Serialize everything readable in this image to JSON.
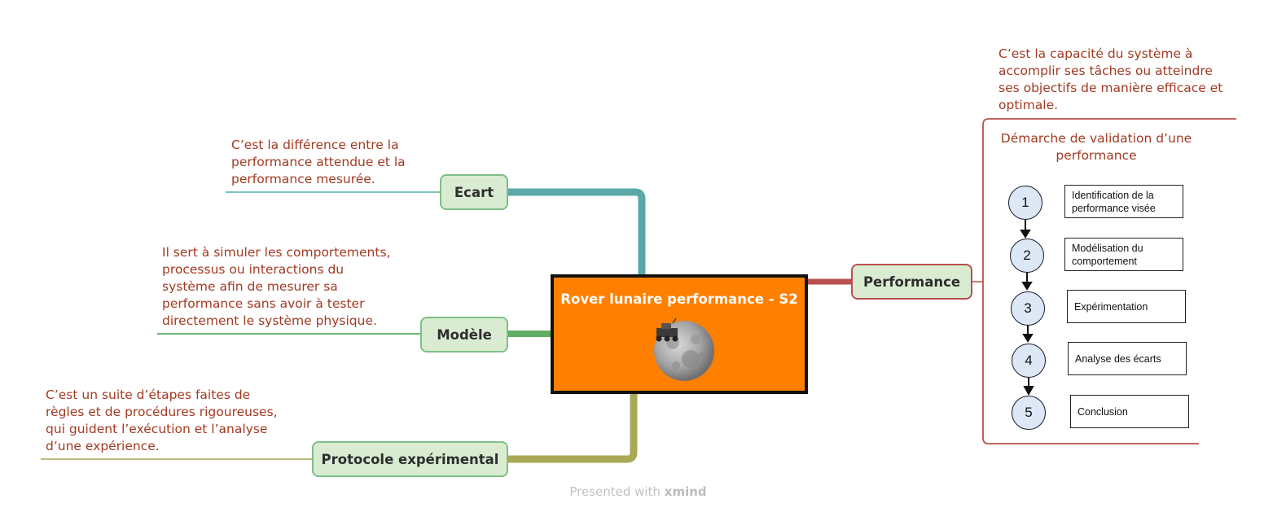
{
  "central": {
    "title": "Rover lunaire performance - S2",
    "image": "moon-with-rover-image"
  },
  "branches": {
    "ecart": {
      "label": "Ecart",
      "note": "C’est la différence entre la\nperformance attendue et la\nperformance mesurée.",
      "color": "#5aa9a8"
    },
    "modele": {
      "label": "Modèle",
      "note": "Il sert à simuler les comportements,\nprocessus ou interactions du\nsystème afin de mesurer sa\nperformance sans avoir à tester\ndirectement le système physique.",
      "color": "#5fae63"
    },
    "protocole": {
      "label": "Protocole expérimental",
      "note": "C’est un suite d’étapes faites de\nrègles et de procédures rigoureuses,\nqui guident l’exécution et l’analyse\nd’une expérience.",
      "color": "#a8a956"
    },
    "performance": {
      "label": "Performance",
      "note": "C’est la capacité du système à\naccomplir ses tâches ou atteindre\nses objectifs de manière efficace et\noptimale.",
      "color": "#b9504e",
      "validation_title": "Démarche de validation d’une\nperformance",
      "steps": [
        {
          "num": "1",
          "label": "Identification de la\nperformance visée"
        },
        {
          "num": "2",
          "label": "Modélisation du\ncomportement"
        },
        {
          "num": "3",
          "label": "Expérimentation"
        },
        {
          "num": "4",
          "label": "Analyse des écarts"
        },
        {
          "num": "5",
          "label": "Conclusion"
        }
      ]
    }
  },
  "footer": {
    "prefix": "Presented with",
    "brand": "xmind"
  }
}
